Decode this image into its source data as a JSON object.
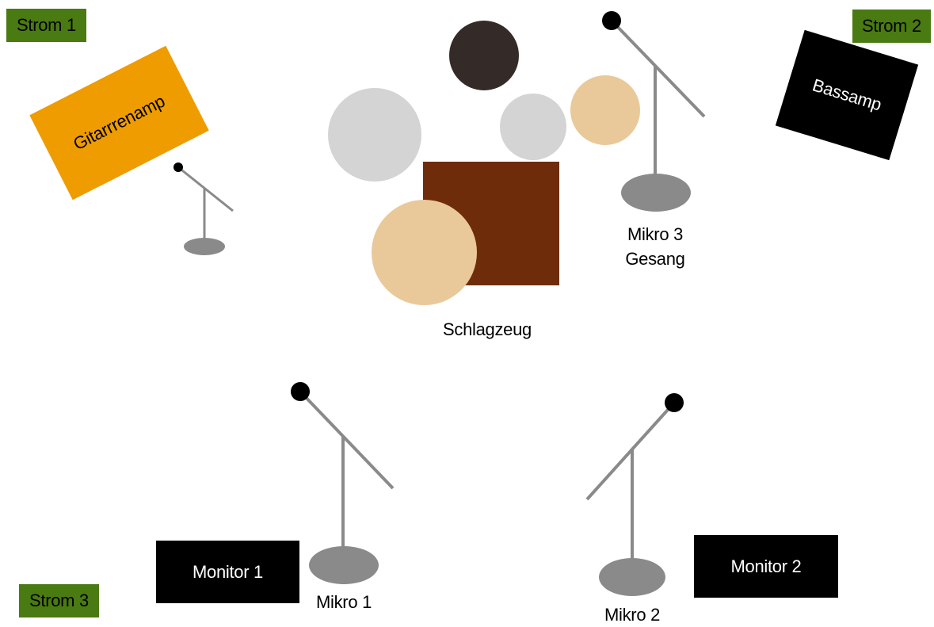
{
  "power": {
    "strom1": "Strom 1",
    "strom2": "Strom 2",
    "strom3": "Strom 3"
  },
  "amps": {
    "guitar": "Gitarrrenamp",
    "bass": "Bassamp"
  },
  "drums": {
    "label": "Schlagzeug"
  },
  "mics": {
    "mic3_line1": "Mikro 3",
    "mic3_line2": "Gesang",
    "mic1": "Mikro 1",
    "mic2": "Mikro 2"
  },
  "monitors": {
    "monitor1": "Monitor 1",
    "monitor2": "Monitor 2"
  },
  "colors": {
    "power": "#4a7a12",
    "guitar_amp": "#ee9c00",
    "bass_amp": "#000000",
    "monitor": "#000000",
    "drum_box": "#6e2c0a",
    "cymbal": "#d4d4d4",
    "drum_skin": "#e9c99a",
    "drum_dark": "#342a28",
    "stand": "#8a8a8a"
  }
}
